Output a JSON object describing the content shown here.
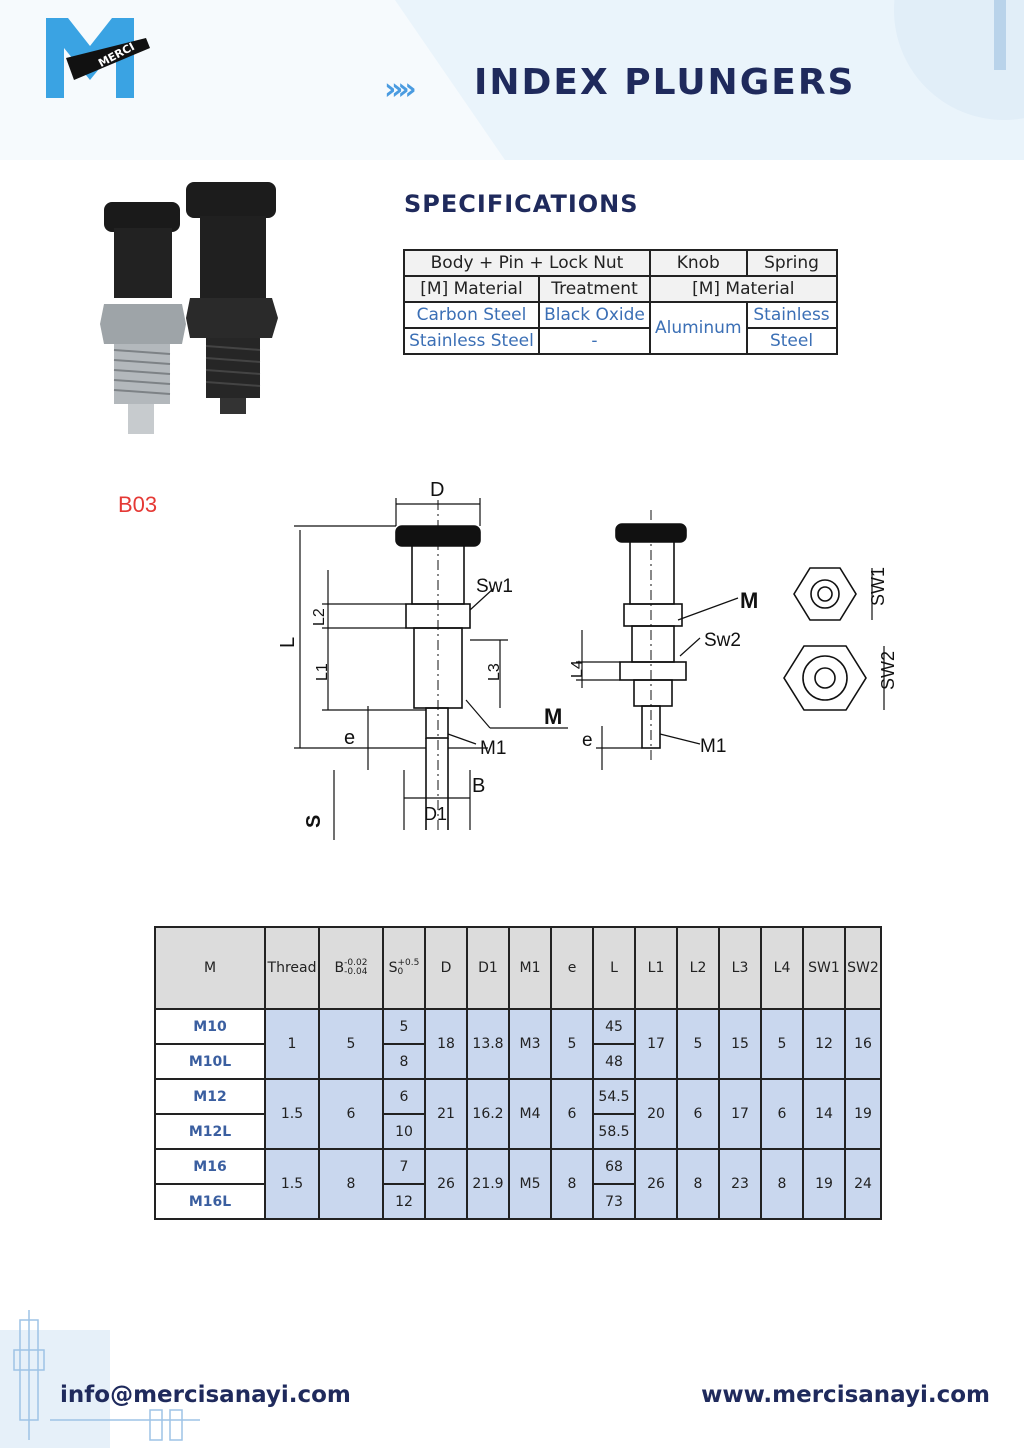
{
  "header": {
    "brand": "MERCI",
    "arrows": "»»",
    "title": "INDEX PLUNGERS",
    "band_color": "#e8f3fb"
  },
  "specifications": {
    "title": "SPECIFICATIONS",
    "header_row1": [
      "Body + Pin + Lock Nut",
      "Knob",
      "Spring"
    ],
    "header_row2": [
      "[M] Material",
      "Treatment",
      "[M] Material"
    ],
    "rows": [
      {
        "material": "Carbon Steel",
        "treatment": "Black Oxide"
      },
      {
        "material": "Stainless Steel",
        "treatment": "-"
      }
    ],
    "knob": "Aluminum",
    "spring": [
      "Stainless",
      "Steel"
    ]
  },
  "product_code": "B03",
  "drawing": {
    "labels": {
      "D": "D",
      "L": "L",
      "L1": "L1",
      "L2": "L2",
      "L3": "L3",
      "L4": "L4",
      "Sw1": "Sw1",
      "Sw2": "Sw2",
      "M": "M",
      "M1": "M1",
      "e": "e",
      "B": "B",
      "D1": "D1",
      "S": "S",
      "SW1": "SW1",
      "SW2": "SW2"
    }
  },
  "dimensions": {
    "headers": [
      "M",
      "Thread",
      "B",
      "S",
      "D",
      "D1",
      "M1",
      "e",
      "L",
      "L1",
      "L2",
      "L3",
      "L4",
      "SW1",
      "SW2"
    ],
    "b_tol_upper": "-0.02",
    "b_tol_lower": "-0.04",
    "s_tol_upper": "+0.5",
    "s_tol_lower": "0",
    "groups": [
      {
        "m": [
          "M10",
          "M10L"
        ],
        "thread": "1",
        "b": "5",
        "s": [
          "5",
          "8"
        ],
        "d": "18",
        "d1": "13.8",
        "m1": "M3",
        "e": "5",
        "l": [
          "45",
          "48"
        ],
        "l1": "17",
        "l2": "5",
        "l3": "15",
        "l4": "5",
        "sw1": "12",
        "sw2": "16"
      },
      {
        "m": [
          "M12",
          "M12L"
        ],
        "thread": "1.5",
        "b": "6",
        "s": [
          "6",
          "10"
        ],
        "d": "21",
        "d1": "16.2",
        "m1": "M4",
        "e": "6",
        "l": [
          "54.5",
          "58.5"
        ],
        "l1": "20",
        "l2": "6",
        "l3": "17",
        "l4": "6",
        "sw1": "14",
        "sw2": "19"
      },
      {
        "m": [
          "M16",
          "M16L"
        ],
        "thread": "1.5",
        "b": "8",
        "s": [
          "7",
          "12"
        ],
        "d": "26",
        "d1": "21.9",
        "m1": "M5",
        "e": "8",
        "l": [
          "68",
          "73"
        ],
        "l1": "26",
        "l2": "8",
        "l3": "23",
        "l4": "8",
        "sw1": "19",
        "sw2": "24"
      }
    ]
  },
  "footer": {
    "email": "info@mercisanayi.com",
    "website": "www.mercisanayi.com"
  }
}
